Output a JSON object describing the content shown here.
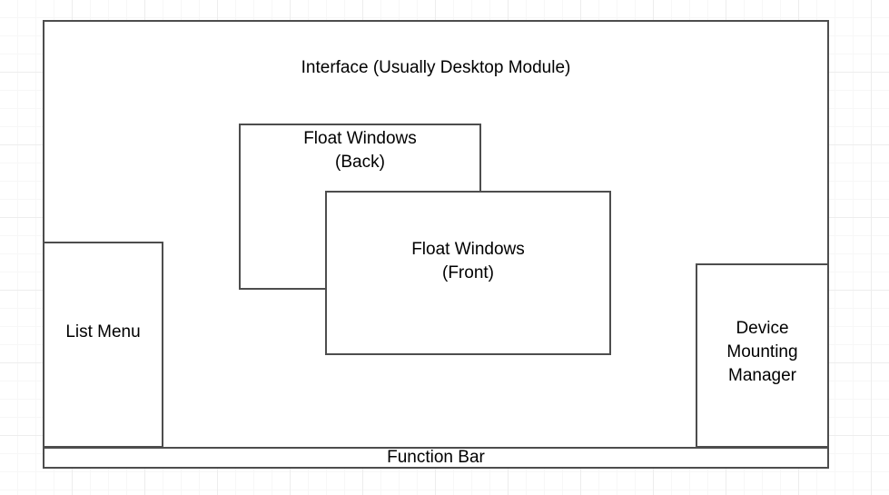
{
  "diagram": {
    "title": "Interface (Usually Desktop Module)",
    "stroke_color": "#4d4d4d",
    "fill_color": "#ffffff",
    "text_color": "#000000",
    "grid_minor_color": "#f7f7f7",
    "grid_major_color": "#ededed",
    "nodes": {
      "interface_shell": {
        "label": "Interface (Usually Desktop Module)"
      },
      "float_window_back": {
        "label": "Float Windows\n(Back)"
      },
      "float_window_front": {
        "label": "Float Windows\n(Front)"
      },
      "list_menu": {
        "label": "List Menu"
      },
      "device_mounting_manager": {
        "label": "Device\nMounting\nManager"
      },
      "function_bar": {
        "label": "Function Bar"
      }
    }
  }
}
